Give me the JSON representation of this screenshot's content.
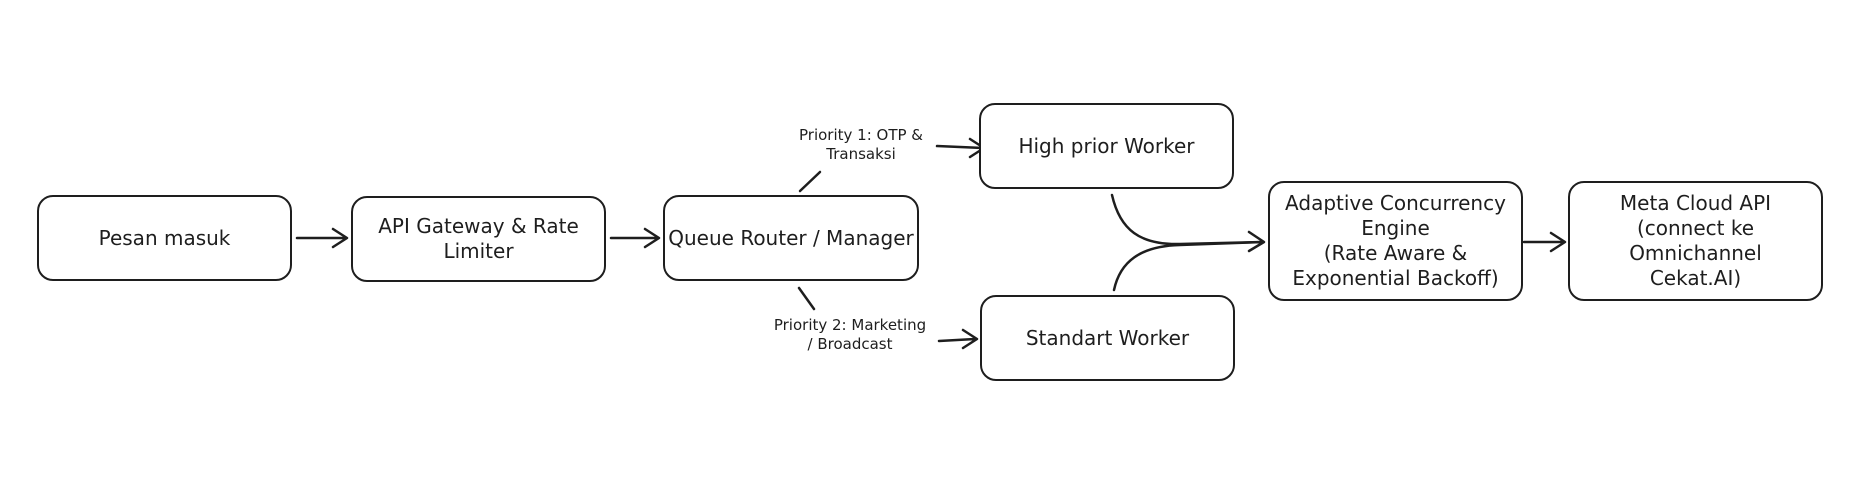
{
  "nodes": {
    "pesan_masuk": "Pesan masuk",
    "api_gateway": "API Gateway & Rate\nLimiter",
    "queue_router": "Queue Router / Manager",
    "high_prior_worker": "High prior Worker",
    "standart_worker": "Standart Worker",
    "adaptive_engine": "Adaptive Concurrency\nEngine\n(Rate Aware &\nExponential Backoff)",
    "meta_cloud_api": "Meta Cloud API\n(connect ke Omnichannel\nCekat.AI)"
  },
  "edge_labels": {
    "priority_1": "Priority 1: OTP &\nTransaksi",
    "priority_2": "Priority 2: Marketing\n/ Broadcast"
  },
  "colors": {
    "stroke": "#1e1e1e",
    "background": "#ffffff"
  }
}
